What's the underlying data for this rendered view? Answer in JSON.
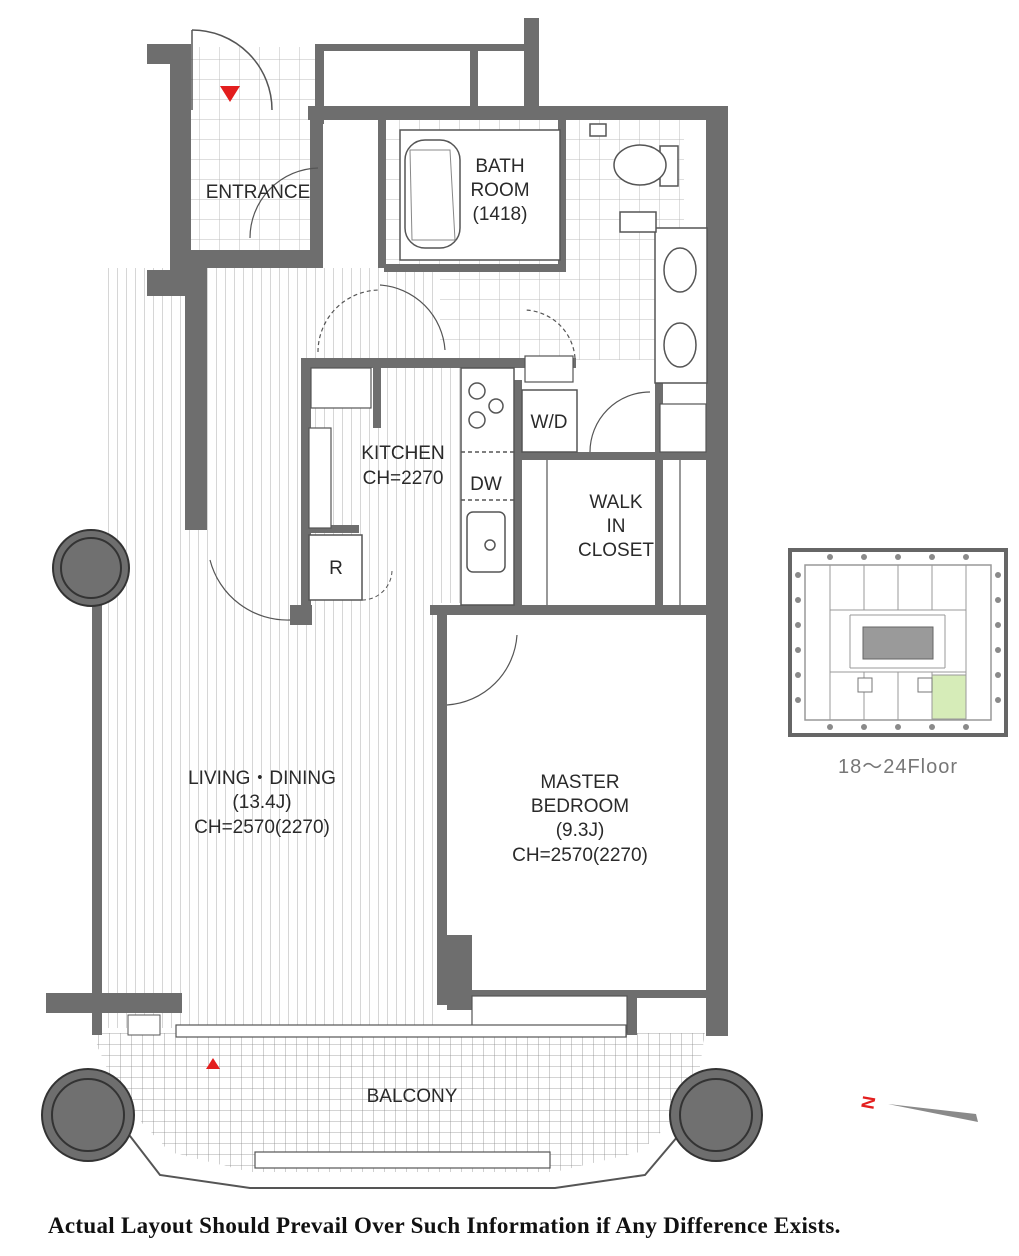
{
  "rooms": {
    "entrance": "ENTRANCE",
    "bath_line1": "BATH",
    "bath_line2": "ROOM",
    "bath_line3": "(1418)",
    "wd": "W/D",
    "kitchen_line1": "KITCHEN",
    "kitchen_line2": "CH=2270",
    "dw": "DW",
    "refrigerator": "R",
    "closet_line1": "WALK",
    "closet_line2": "IN",
    "closet_line3": "CLOSET",
    "living_line1": "LIVING・DINING",
    "living_line2": "(13.4J)",
    "living_line3": "CH=2570(2270)",
    "master_line1": "MASTER",
    "master_line2": "BEDROOM",
    "master_line3": "(9.3J)",
    "master_line4": "CH=2570(2270)",
    "balcony": "BALCONY"
  },
  "key_plan": {
    "floor_label": "18～24Floor"
  },
  "compass": {
    "north_letter": "N"
  },
  "footer": {
    "disclaimer": "Actual Layout Should Prevail Over Such Information if Any Difference Exists."
  },
  "colors": {
    "wall": "#6e6e6e",
    "highlight_unit": "#d6ecb8",
    "arrow": "#e31e1e"
  }
}
